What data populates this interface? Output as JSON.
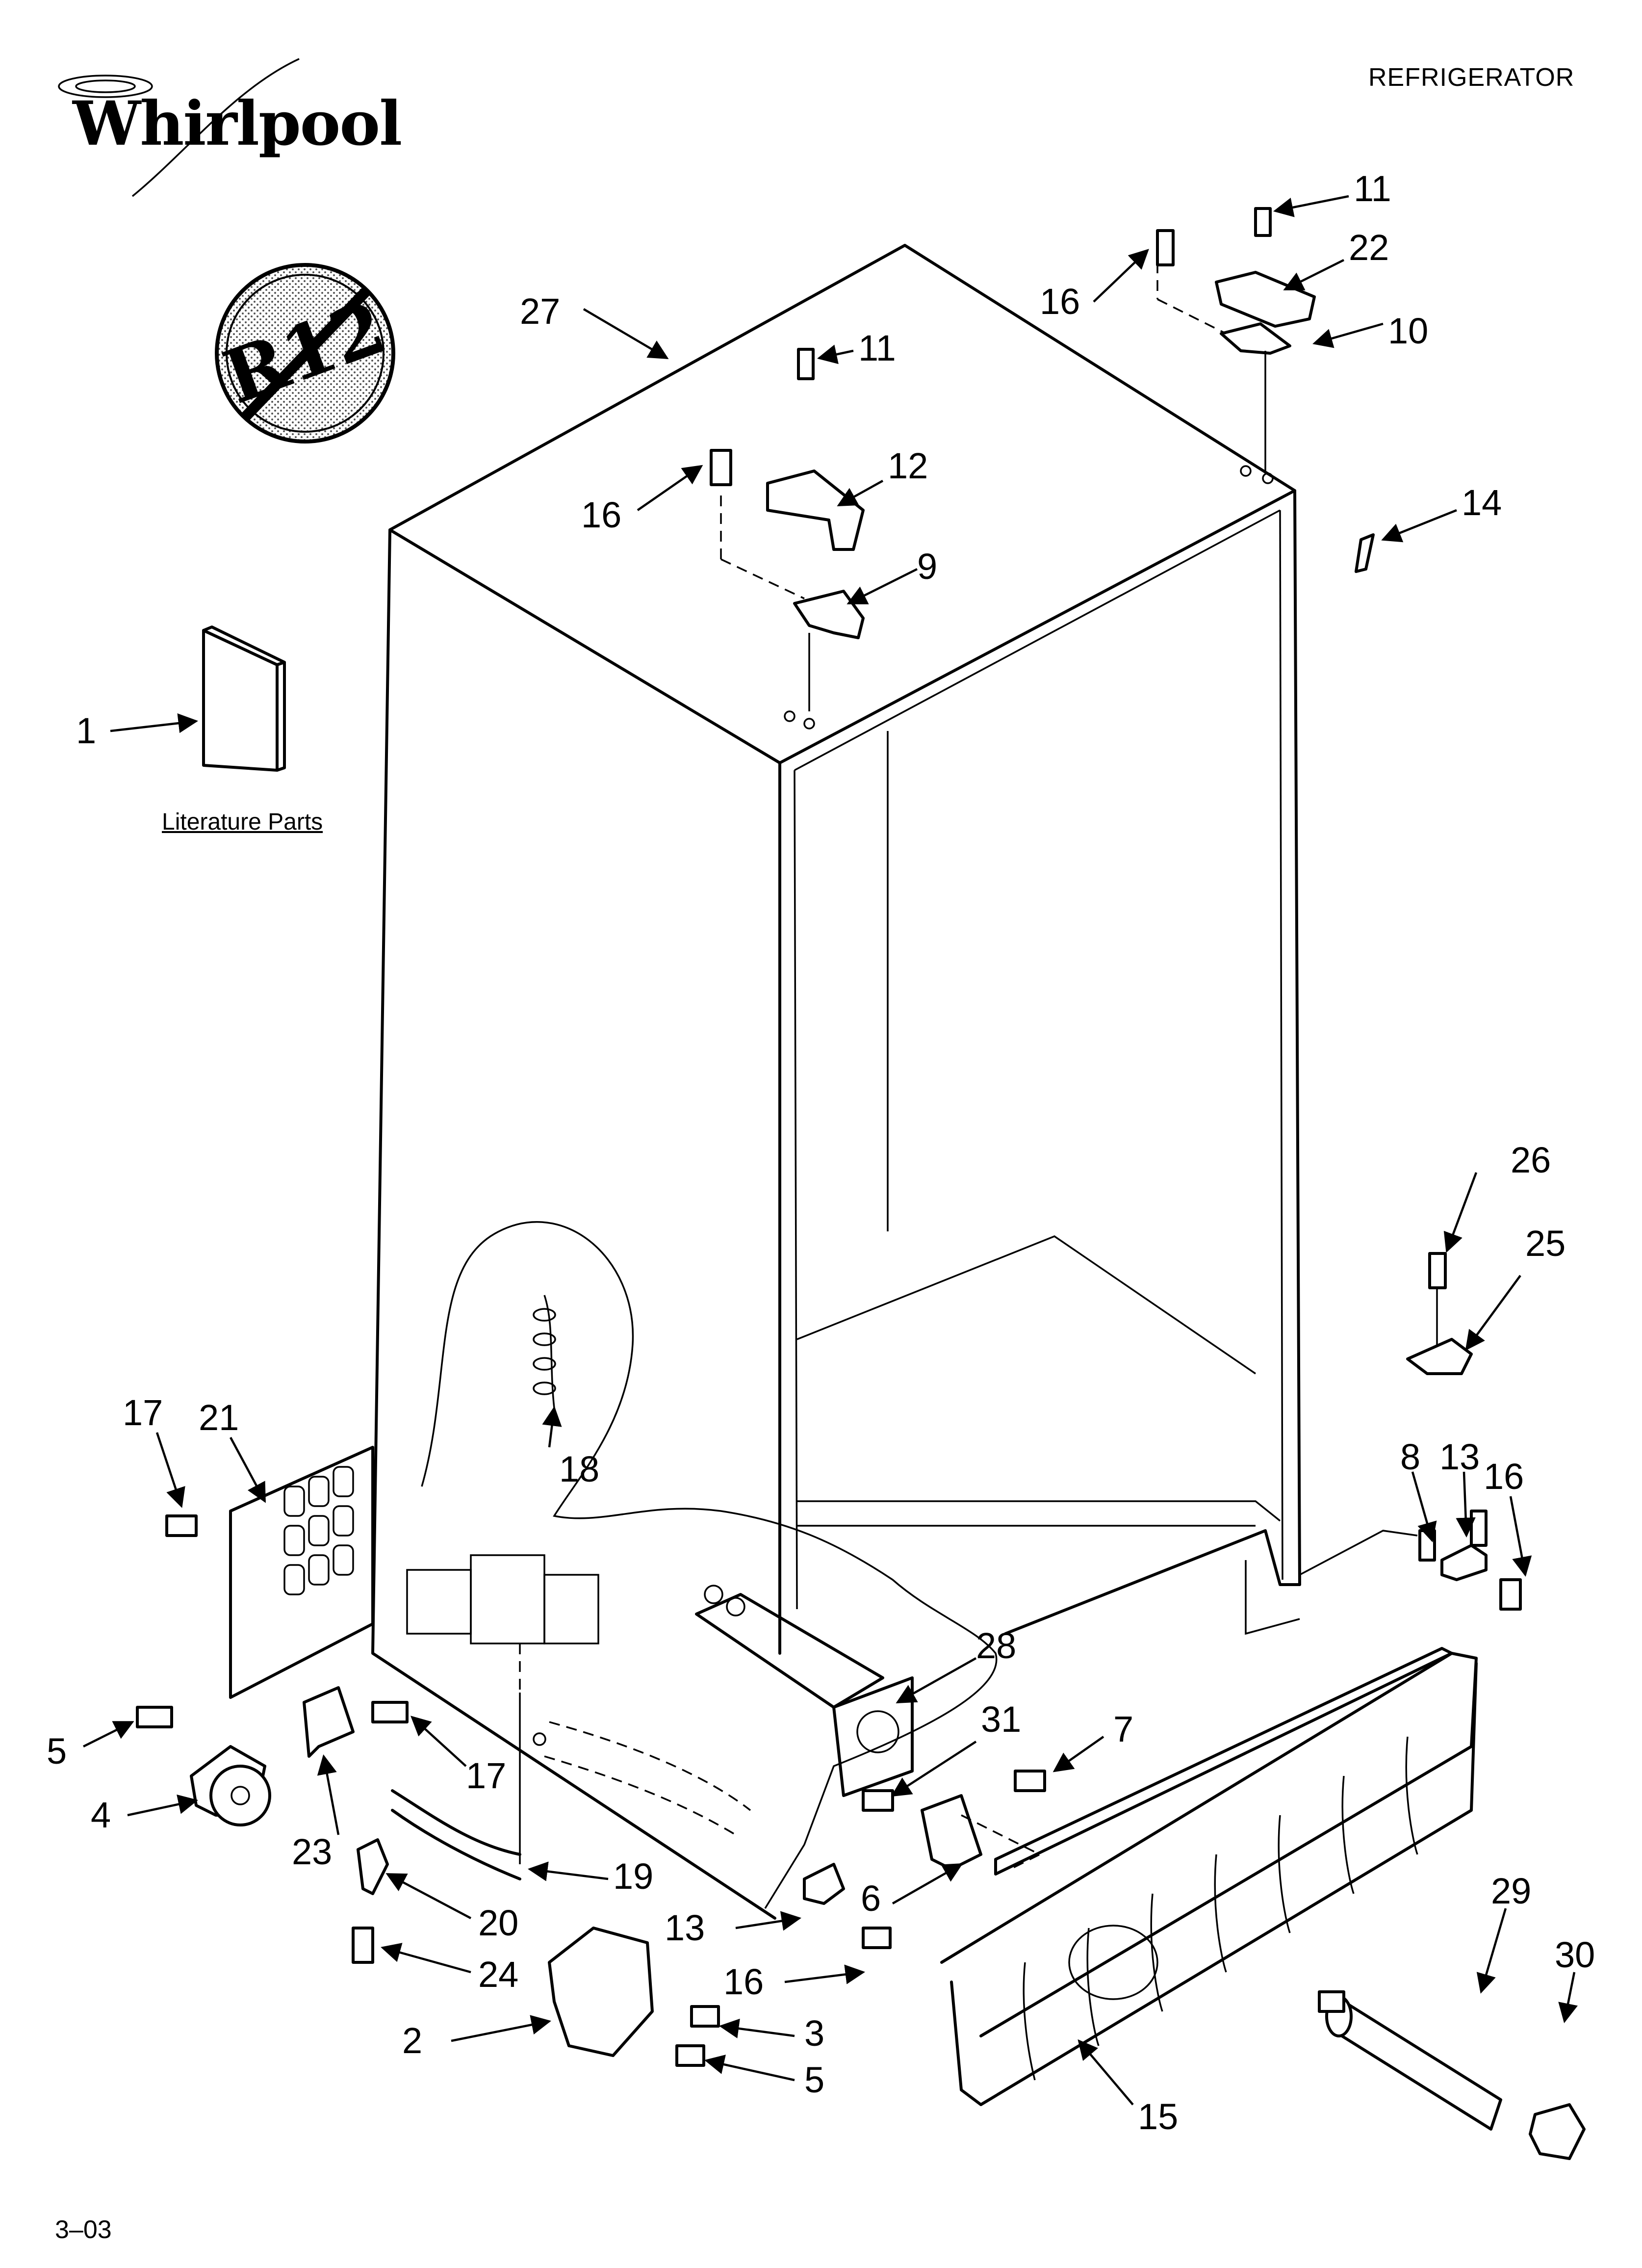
{
  "header": {
    "title": "REFRIGERATOR"
  },
  "footer": {
    "code": "3–03"
  },
  "brand": {
    "logo_text": "Whirlpool"
  },
  "badge": {
    "text": "R12",
    "icon": "no-r12-refrigerant-icon"
  },
  "literature": {
    "label": "Literature Parts"
  },
  "callouts": {
    "c1": "1",
    "c2": "2",
    "c3": "3",
    "c4": "4",
    "c5a": "5",
    "c5b": "5",
    "c6": "6",
    "c7": "7",
    "c8": "8",
    "c9": "9",
    "c10": "10",
    "c11a": "11",
    "c11b": "11",
    "c12": "12",
    "c13a": "13",
    "c13b": "13",
    "c14": "14",
    "c15": "15",
    "c16a": "16",
    "c16b": "16",
    "c16c": "16",
    "c16d": "16",
    "c17a": "17",
    "c17b": "17",
    "c18": "18",
    "c19": "19",
    "c20": "20",
    "c21": "21",
    "c22": "22",
    "c23": "23",
    "c24": "24",
    "c25": "25",
    "c26": "26",
    "c27": "27",
    "c28": "28",
    "c29": "29",
    "c30": "30",
    "c31": "31"
  }
}
